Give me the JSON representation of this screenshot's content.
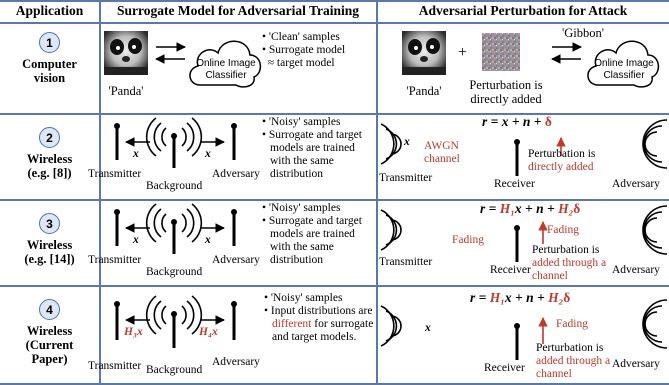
{
  "headers": {
    "application": "Application",
    "surrogate": "Surrogate Model for Adversarial Training",
    "attack": "Adversarial Perturbation for Attack"
  },
  "colors": {
    "border": "#5a78a8",
    "circle_fill": "#dde7f5",
    "circle_stroke": "#4a72b8",
    "accent_red": "#c0392b"
  },
  "rows": [
    {
      "num": "1",
      "app": [
        "Computer",
        "vision"
      ],
      "surrogate": {
        "image_label": "'Panda'",
        "cloud_label": "Online Image Classifier",
        "bullets": [
          "'Clean' samples",
          "Surrogate model",
          "≈ target model"
        ]
      },
      "attack": {
        "image_label": "'Panda'",
        "plus": "+",
        "perturb_label": "Perturbation is directly added",
        "output_label": "'Gibbon'",
        "cloud_label": "Online Image Classifier"
      }
    },
    {
      "num": "2",
      "app": [
        "Wireless",
        "(e.g. [8])"
      ],
      "surrogate": {
        "transmitter": "Transmitter",
        "background": "Background",
        "adversary": "Adversary",
        "x1": "x",
        "x2": "x",
        "bullets": [
          "'Noisy' samples",
          "Surrogate and target models are trained with the same distribution"
        ]
      },
      "attack": {
        "eq": "r = x + n + δ",
        "x": "x",
        "channel": "AWGN channel",
        "perturb": "Perturbation is",
        "perturb_red": "directly added",
        "receiver": "Receiver",
        "transmitter": "Transmitter",
        "adversary": "Adversary"
      }
    },
    {
      "num": "3",
      "app": [
        "Wireless",
        "(e.g. [14])"
      ],
      "surrogate": {
        "transmitter": "Transmitter",
        "background": "Background",
        "adversary": "Adversary",
        "x1": "x",
        "x2": "x",
        "bullets": [
          "'Noisy' samples",
          "Surrogate and target models are trained with the same distribution"
        ]
      },
      "attack": {
        "eq": "r = H₁x + n + H₂δ",
        "fading1": "Fading",
        "fading2": "Fading",
        "perturb": "Perturbation is",
        "perturb_red": "added through a channel",
        "receiver": "Receiver",
        "transmitter": "Transmitter",
        "adversary": "Adversary"
      }
    },
    {
      "num": "4",
      "app": [
        "Wireless",
        "(Current",
        "Paper)"
      ],
      "surrogate": {
        "transmitter": "Transmitter",
        "background": "Background",
        "adversary": "Adversary",
        "x1": "H₃x",
        "x2": "H₄x",
        "bullet1": "'Noisy' samples",
        "bullet2_a": "Input distributions are ",
        "bullet2_red": "different",
        "bullet2_b": " for surrogate and target models."
      },
      "attack": {
        "eq": "r = H₁x + n + H₂δ",
        "x": "x",
        "fading": "Fading",
        "perturb": "Perturbation is",
        "perturb_red": "added through a channel",
        "receiver": "Receiver",
        "adversary": "Adversary"
      }
    }
  ]
}
